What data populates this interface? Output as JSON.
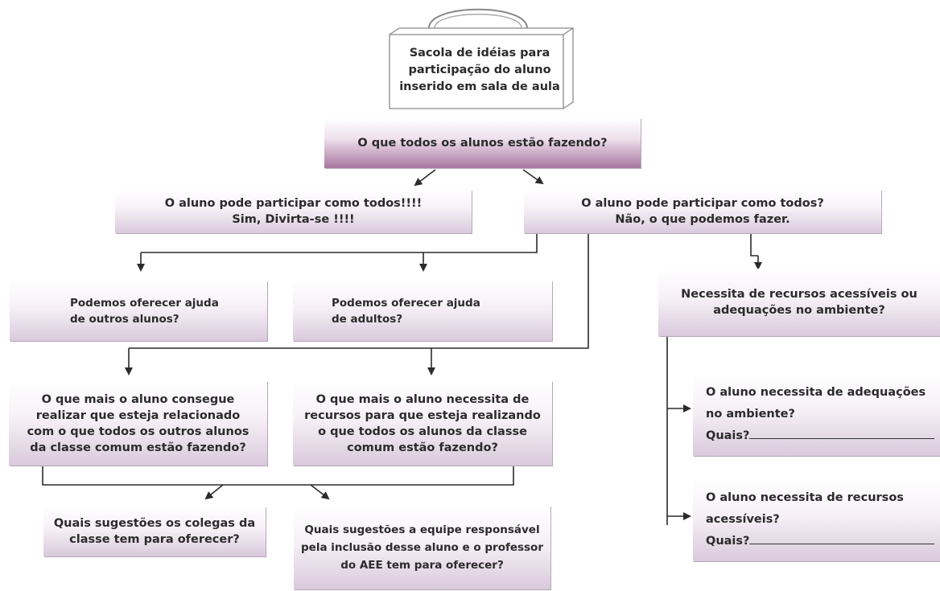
{
  "bag": {
    "title": "Sacola de idéias para\nparticipação do aluno\ninserido em sala de aula"
  },
  "nodes": {
    "q_todos": "O que todos os alunos estão fazendo?",
    "sim": "O aluno pode participar como todos!!!!\nSim, Divirta-se !!!!",
    "nao": "O aluno pode participar como todos?\nNão, o que podemos fazer.",
    "ajuda_alunos": "Podemos oferecer ajuda\nde outros alunos?",
    "ajuda_adultos": "Podemos oferecer ajuda\nde adultos?",
    "recursos_ambiente": "Necessita de recursos acessíveis ou\nadequações no ambiente?",
    "consegue": "O que mais o aluno consegue\nrealizar que esteja relacionado\ncom o que todos os outros alunos\nda classe comum estão fazendo?",
    "necessita": "O que mais o aluno necessita de\nrecursos para que esteja realizando\no que todos os alunos da classe\ncomum estão fazendo?",
    "colegas": "Quais sugestões os colegas da\nclasse tem para oferecer?",
    "equipe": "Quais sugestões a equipe responsável\npela inclusão desse aluno e o professor\ndo AEE tem para oferecer?",
    "adequacoes_line1": "O aluno necessita de adequações",
    "adequacoes_line2": "no ambiente?",
    "adequacoes_quais": "Quais?",
    "acessiveis_line1": "O aluno necessita de recursos",
    "acessiveis_line2": "acessíveis?",
    "acessiveis_quais": "Quais?"
  }
}
